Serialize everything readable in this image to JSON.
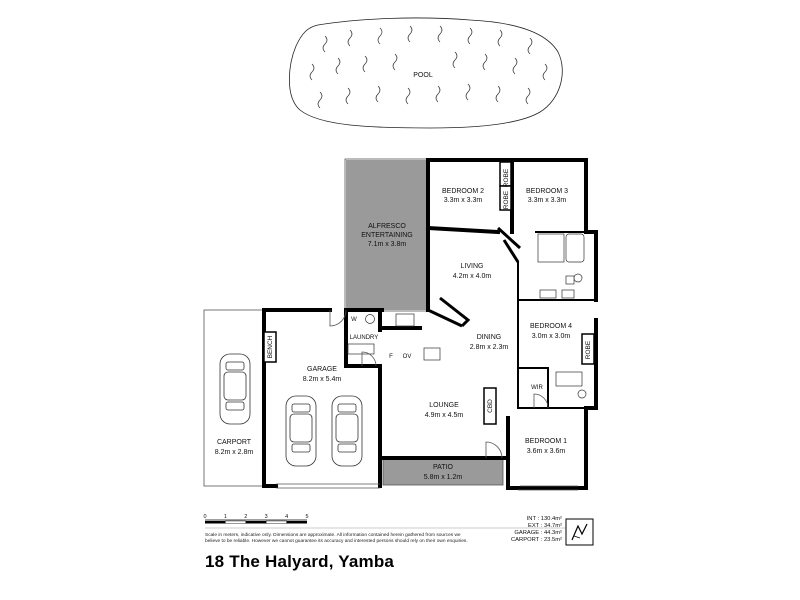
{
  "pool": {
    "label": "POOL"
  },
  "rooms": {
    "alfresco": {
      "name1": "ALFRESCO",
      "name2": "ENTERTAINING",
      "dims": "7.1m x 3.8m"
    },
    "bedroom2": {
      "name": "BEDROOM 2",
      "dims": "3.3m x 3.3m"
    },
    "bedroom3": {
      "name": "BEDROOM 3",
      "dims": "3.3m x 3.3m"
    },
    "living": {
      "name": "LIVING",
      "dims": "4.2m x 4.0m"
    },
    "dining": {
      "name": "DINING",
      "dims": "2.8m x 2.3m"
    },
    "bedroom4": {
      "name": "BEDROOM 4",
      "dims": "3.0m x 3.0m"
    },
    "lounge": {
      "name": "LOUNGE",
      "dims": "4.9m x 4.5m"
    },
    "bedroom1": {
      "name": "BEDROOM 1",
      "dims": "3.6m x 3.6m"
    },
    "garage": {
      "name": "GARAGE",
      "dims": "8.2m x 5.4m"
    },
    "carport": {
      "name": "CARPORT",
      "dims": "8.2m x 2.8m"
    },
    "patio": {
      "name": "PATIO",
      "dims": "5.8m x 1.2m"
    },
    "laundry": {
      "name": "LAUNDRY"
    },
    "wir": {
      "name": "WIR"
    }
  },
  "fixtures": {
    "robe": "ROBE",
    "bench": "BENCH",
    "cbd": "CBD",
    "w": "W",
    "f": "F",
    "ov": "OV"
  },
  "scale": {
    "ticks": [
      "0",
      "1",
      "2",
      "3",
      "4",
      "5"
    ]
  },
  "disclaimer": {
    "line1": "Scale in meters, indicative only. Dimensions are approximate. All information contained herein gathered from sources we",
    "line2": "believe to be reliable. However we cannot guarantee its accuracy and interested persons should rely on their own enquiries."
  },
  "areas": {
    "int": "INT : 130.4m²",
    "ext": "EXT : 34.7m²",
    "garage": "GARAGE : 44.3m²",
    "carport": "CARPORT : 23.5m²"
  },
  "address": "18 The Halyard, Yamba",
  "colors": {
    "alfresco_fill": "#9a9a9a",
    "patio_fill": "#9a9a9a",
    "wall": "#000000"
  }
}
